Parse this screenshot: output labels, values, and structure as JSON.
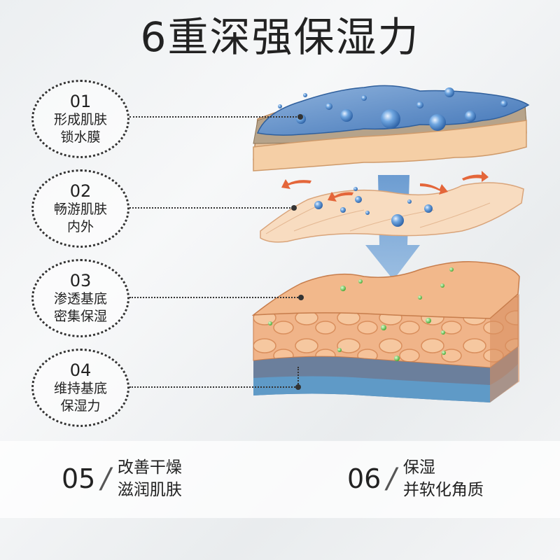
{
  "title": "6重深强保湿力",
  "callouts": [
    {
      "num": "01",
      "line1": "形成肌肤",
      "line2": "锁水膜"
    },
    {
      "num": "02",
      "line1": "畅游肌肤",
      "line2": "内外"
    },
    {
      "num": "03",
      "line1": "渗透基底",
      "line2": "密集保湿"
    },
    {
      "num": "04",
      "line1": "维持基底",
      "line2": "保湿力"
    }
  ],
  "footer": [
    {
      "num": "05",
      "slash": "/",
      "line1": "改善干燥",
      "line2": "滋润肌肤"
    },
    {
      "num": "06",
      "slash": "/",
      "line1": "保湿",
      "line2": "并软化角质"
    }
  ],
  "colors": {
    "water_layer": "#4f86c6",
    "skin_layer": "#f2c49b",
    "dermis_layer": "#e9a87a",
    "base_layer": "#6e7f98",
    "arrow": "#e4663a",
    "droplet": "#3d7cc2",
    "green_dot": "#5cc24a"
  }
}
